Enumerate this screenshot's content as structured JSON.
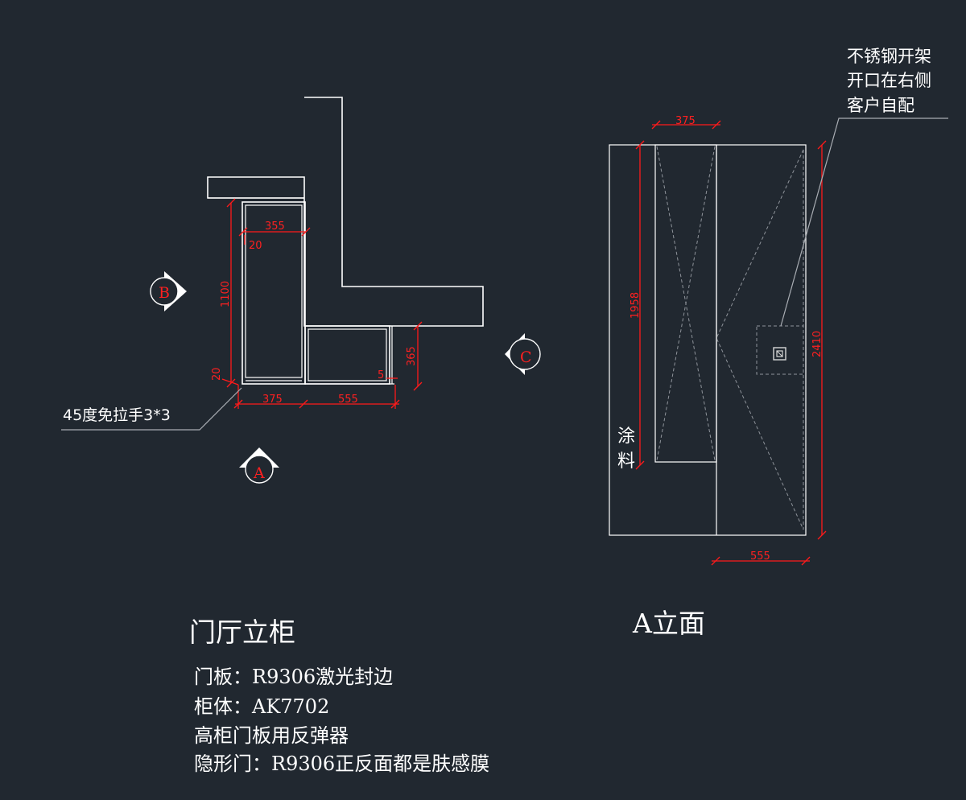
{
  "plan": {
    "title": "门厅立柜",
    "dims": {
      "d355": "355",
      "d20_top": "20",
      "d1100": "1100",
      "d20_side": "20",
      "d375": "375",
      "d555": "555",
      "d365": "365",
      "d5": "5"
    },
    "callout": "45度免拉手3*3",
    "markers": {
      "a": "A",
      "b": "B",
      "c": "C"
    }
  },
  "elevation": {
    "title": "A立面",
    "dims": {
      "d375": "375",
      "d1958": "1958",
      "d2410": "2410",
      "d555": "555"
    },
    "paint_label": [
      "涂",
      "料"
    ],
    "note_lines": [
      "不锈钢开架",
      "开口在右侧",
      "客户自配"
    ]
  },
  "specs": [
    "门板：R9306激光封边",
    "柜体：AK7702",
    "高柜门板用反弹器",
    "隐形门：R9306正反面都是肤感膜"
  ],
  "colors": {
    "background": "#212830",
    "lines": "#ffffff",
    "dimensions": "#ff1a1a",
    "leaders": "#a9adb3"
  },
  "icons": {
    "view_marker": "view-direction-marker-icon",
    "socket": "socket-icon"
  }
}
